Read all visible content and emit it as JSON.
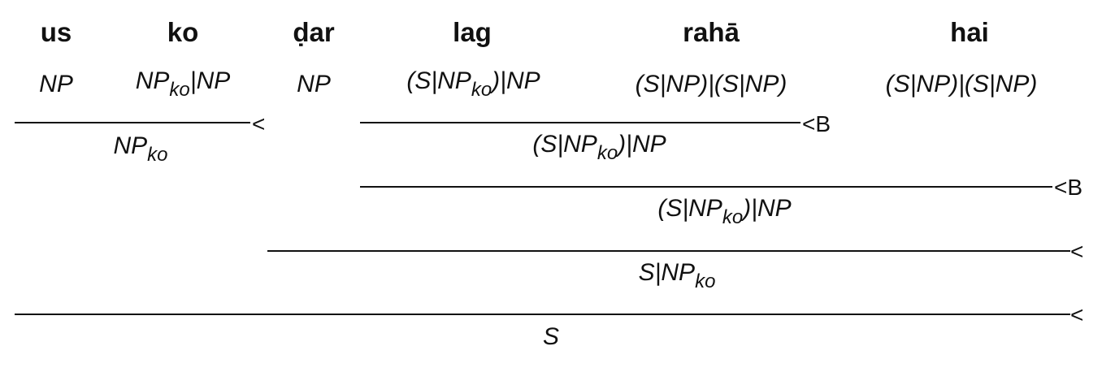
{
  "words": [
    "us",
    "ko",
    "ḍar",
    "lag",
    "rahā",
    "hai"
  ],
  "lexical_categories": [
    {
      "pre": "NP",
      "sub": "",
      "post": ""
    },
    {
      "pre": "NP",
      "sub": "ko",
      "post": "|NP"
    },
    {
      "pre": "NP",
      "sub": "",
      "post": ""
    },
    {
      "pre": "(S|NP",
      "sub": "ko",
      "post": ")|NP"
    },
    {
      "pre": "(S|NP)|(S|NP)",
      "sub": "",
      "post": ""
    },
    {
      "pre": "(S|NP)|(S|NP)",
      "sub": "",
      "post": ""
    }
  ],
  "derivation_steps": [
    {
      "rule": "<",
      "result": {
        "pre": "NP",
        "sub": "ko",
        "post": ""
      }
    },
    {
      "rule": "<B",
      "result": {
        "pre": "(S|NP",
        "sub": "ko",
        "post": ")|NP"
      }
    },
    {
      "rule": "<B",
      "result": {
        "pre": "(S|NP",
        "sub": "ko",
        "post": ")|NP"
      }
    },
    {
      "rule": "<",
      "result": {
        "pre": "S|NP",
        "sub": "ko",
        "post": ""
      }
    },
    {
      "rule": "<",
      "result": {
        "pre": "S",
        "sub": "",
        "post": ""
      }
    }
  ]
}
